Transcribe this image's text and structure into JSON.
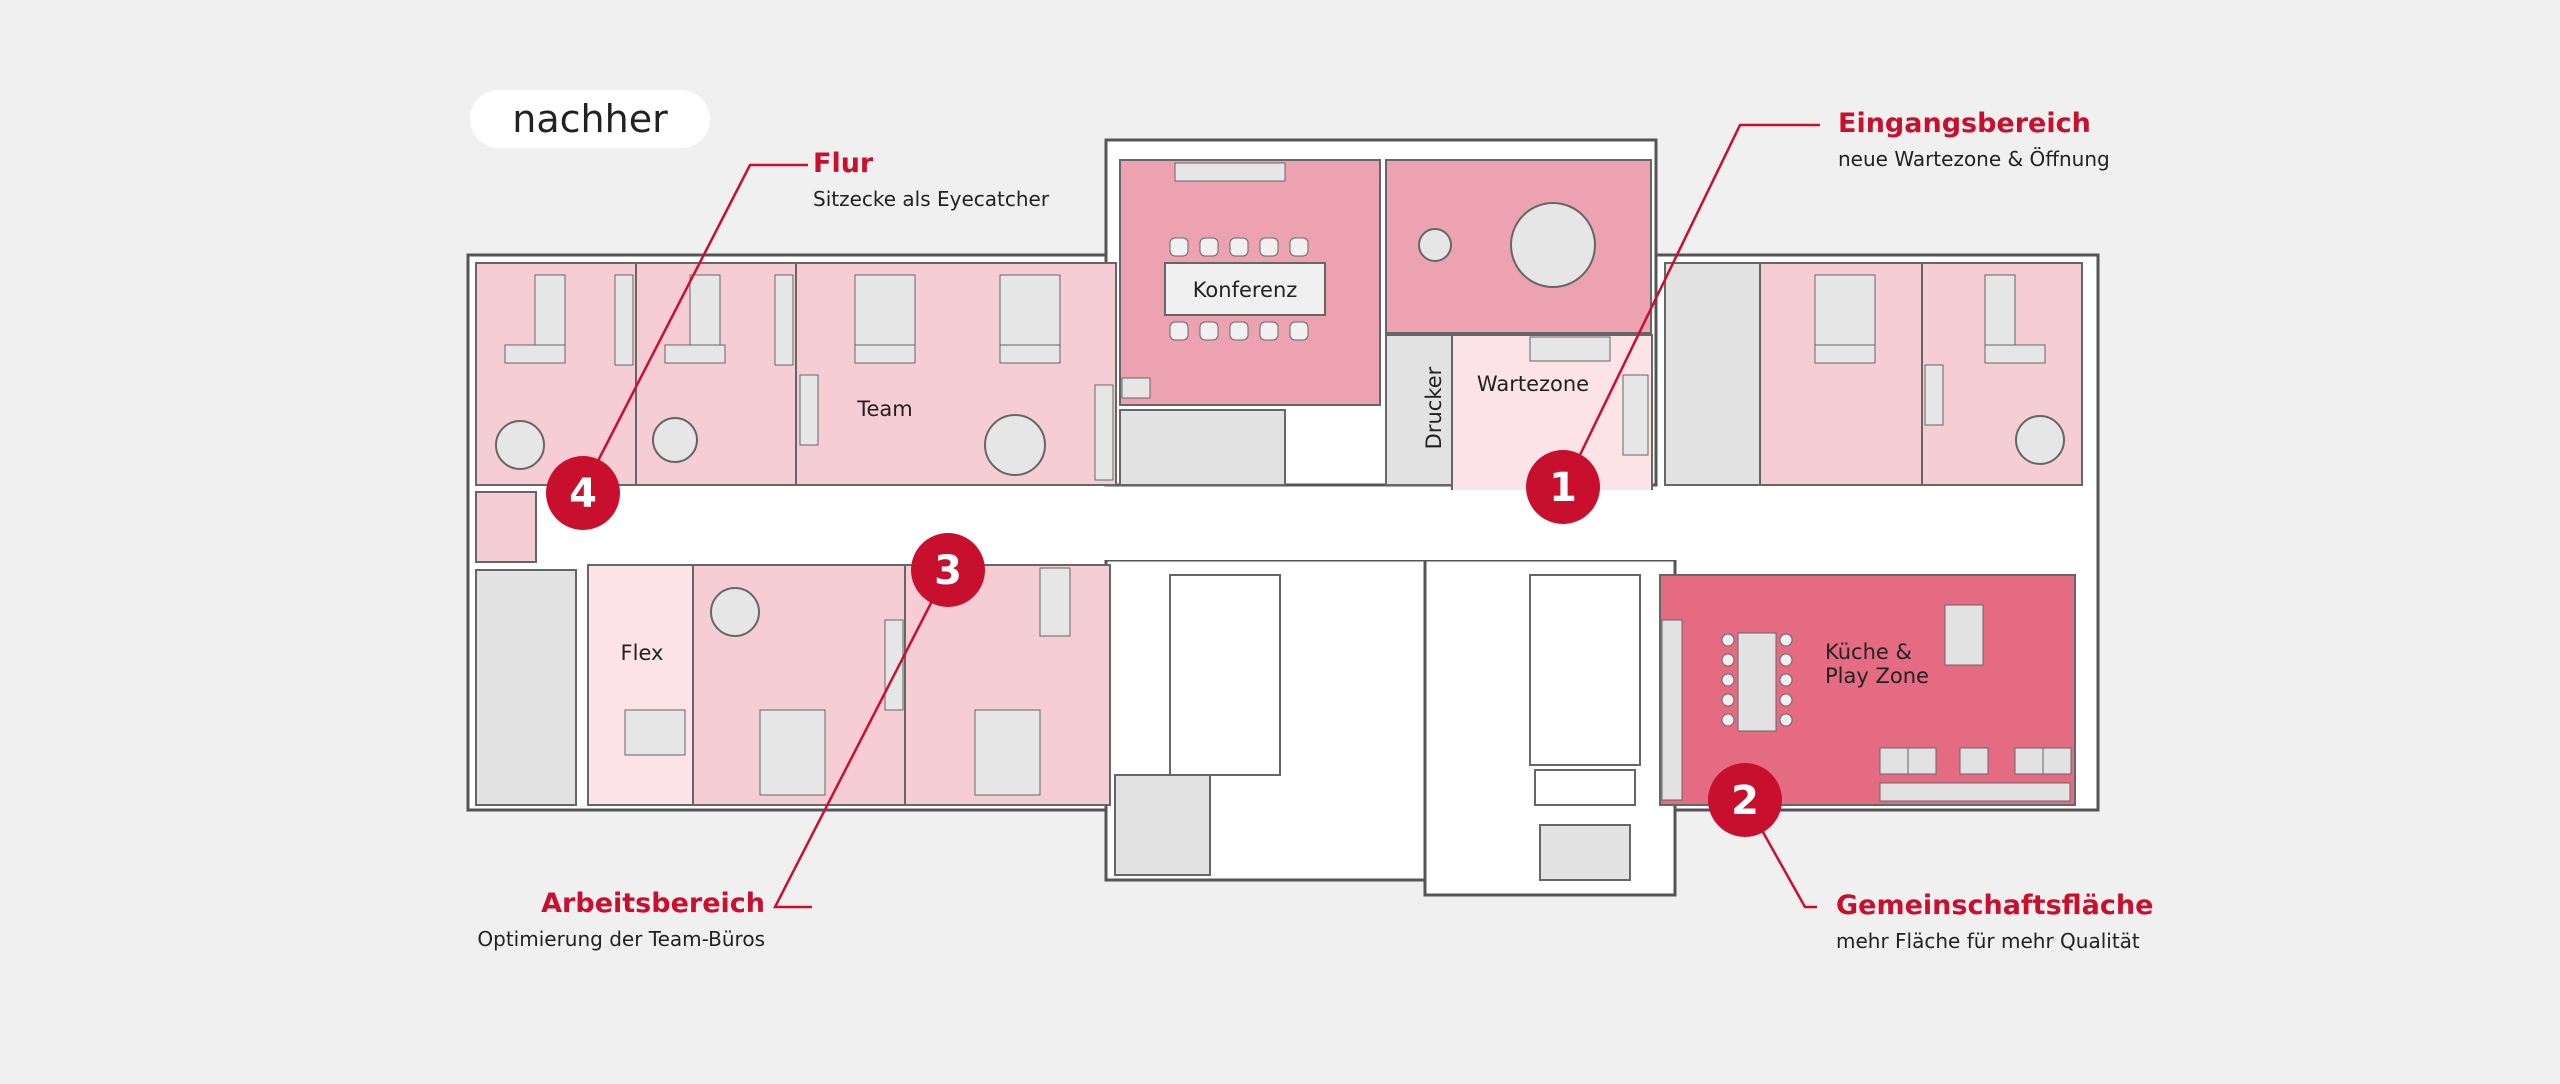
{
  "state_label": "nachher",
  "callouts": {
    "flur": {
      "number": "4",
      "title": "Flur",
      "subtitle": "Sitzecke als Eyecatcher"
    },
    "eingang": {
      "number": "1",
      "title": "Eingangsbereich",
      "subtitle": "neue Wartezone & Öffnung"
    },
    "arbeit": {
      "number": "3",
      "title": "Arbeitsbereich",
      "subtitle": "Optimierung der Team-Büros"
    },
    "gemein": {
      "number": "2",
      "title": "Gemeinschaftsfläche",
      "subtitle": "mehr Fläche für mehr Qualität"
    }
  },
  "rooms": {
    "konferenz": "Konferenz",
    "team": "Team",
    "wartezone": "Wartezone",
    "drucker": "Drucker",
    "flex": "Flex",
    "kueche_1": "Küche &",
    "kueche_2": "Play Zone"
  },
  "colors": {
    "accent": "#c8102e",
    "zone_light": "#f7cdd5",
    "zone_medium": "#eca2b0",
    "zone_strong": "#e46b81",
    "neutral_room": "#e2e2e2",
    "wall": "#555555"
  }
}
